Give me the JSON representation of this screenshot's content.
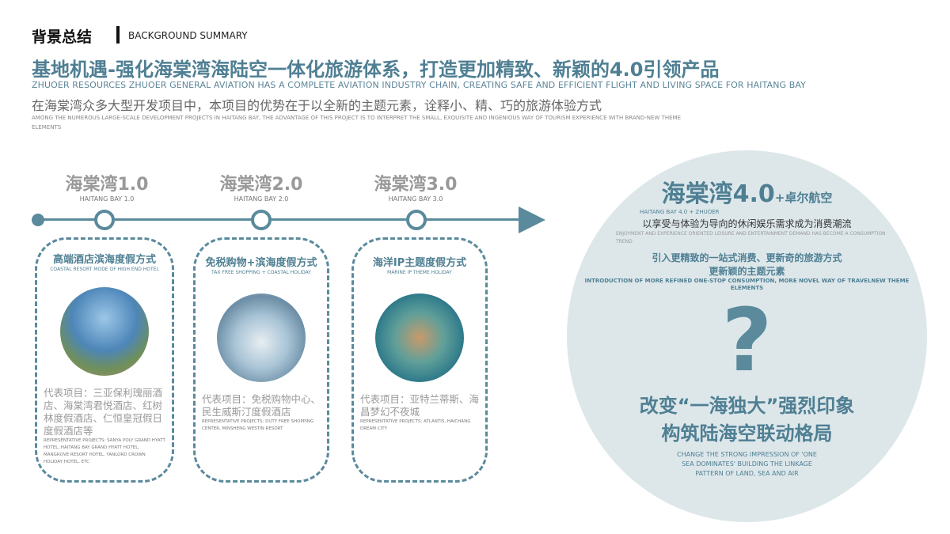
{
  "section": {
    "title": "背景总结",
    "subtitle": "BACKGROUND SUMMARY"
  },
  "headline": "基地机遇-强化海棠湾海陆空一体化旅游体系，打造更加精致、新颖的4.0引领产品",
  "headline_en": "ZHUOER RESOURCES ZHUOER GENERAL AVIATION HAS A COMPLETE AVIATION INDUSTRY CHAIN, CREATING SAFE AND EFFICIENT FLIGHT AND LIVING SPACE FOR HAITANG BAY",
  "subhead": "在海棠湾众多大型开发项目中，本项目的优势在于以全新的主题元素，诠释小、精、巧的旅游体验方式",
  "subhead_en": "AMONG THE NUMEROUS LARGE-SCALE DEVELOPMENT PROJECTS IN HAITANG BAY, THE ADVANTAGE OF THIS PROJECT IS TO INTERPRET THE SMALL, EXQUISITE AND INGENIOUS WAY OF TOURISM EXPERIENCE WITH BRAND-NEW THEME ELEMENTS",
  "timeline": [
    {
      "label": "海棠湾1.0",
      "sub": "HAITANG BAY 1.0",
      "title": "高端酒店滨海度假方式",
      "title_en": "COASTAL RESORT MODE OF HIGH END HOTEL",
      "desc": "代表项目：三亚保利瑰丽酒店、海棠湾君悦酒店、红树林度假酒店、仁恒皇冠假日度假酒店等",
      "desc_en": "REPRESENTATIVE PROJECTS: SANYA POLY GRAND HYATT HOTEL, HAITANG BAY GRAND HYATT HOTEL, MANGROVE RESORT HOTEL, YANLORD CROWN HOLIDAY HOTEL, ETC"
    },
    {
      "label": "海棠湾2.0",
      "sub": "HAITANG BAY 2.0",
      "title": "免税购物+滨海度假方式",
      "title_en": "TAX FREE SHOPPING + COASTAL HOLIDAY",
      "desc": "代表项目：免税购物中心、民生威斯汀度假酒店",
      "desc_en": "REPRESENTATIVE PROJECTS: DUTY FREE SHOPPING CENTER, MINSHENG WESTIN RESORT"
    },
    {
      "label": "海棠湾3.0",
      "sub": "HAITANG BAY 3.0",
      "title": "海洋IP主题度假方式",
      "title_en": "MARINE IP THEME HOLIDAY",
      "desc": "代表项目：亚特兰蒂斯、海昌梦幻不夜城",
      "desc_en": "REPRESENTATIVE PROJECTS: ATLANTIS, HAICHANG DREAM CITY"
    }
  ],
  "future": {
    "title": "海棠湾4.0",
    "title_plus": "+卓尔航空",
    "sub": "HAITANG BAY 4.0 + ZHUOER",
    "line1": "以享受与体验为导向的休闲娱乐需求成为消费潮流",
    "line1_en": "ENJOYMENT AND EXPERIENCE ORIENTED LEISURE AND ENTERTAINMENT DEMAND HAS BECOME A CONSUMPTION TREND",
    "line2": "引入更精致的一站式消费、更新奇的旅游方式",
    "line3": "更新颖的主题元素",
    "line2_en": "INTRODUCTION OF MORE REFINED ONE-STOP CONSUMPTION, MORE NOVEL WAY OF TRAVELNEW THEME ELEMENTS",
    "question": "?",
    "slogan1": "改变“一海独大”强烈印象",
    "slogan2": "构筑陆海空联动格局",
    "slogan_en": "CHANGE THE STRONG IMPRESSION OF 'ONE SEA DOMINATES' BUILDING THE LINKAGE PATTERN OF LAND, SEA AND AIR"
  },
  "colors": {
    "accent": "#4f7f93",
    "circle_bg": "#dde7ea"
  }
}
